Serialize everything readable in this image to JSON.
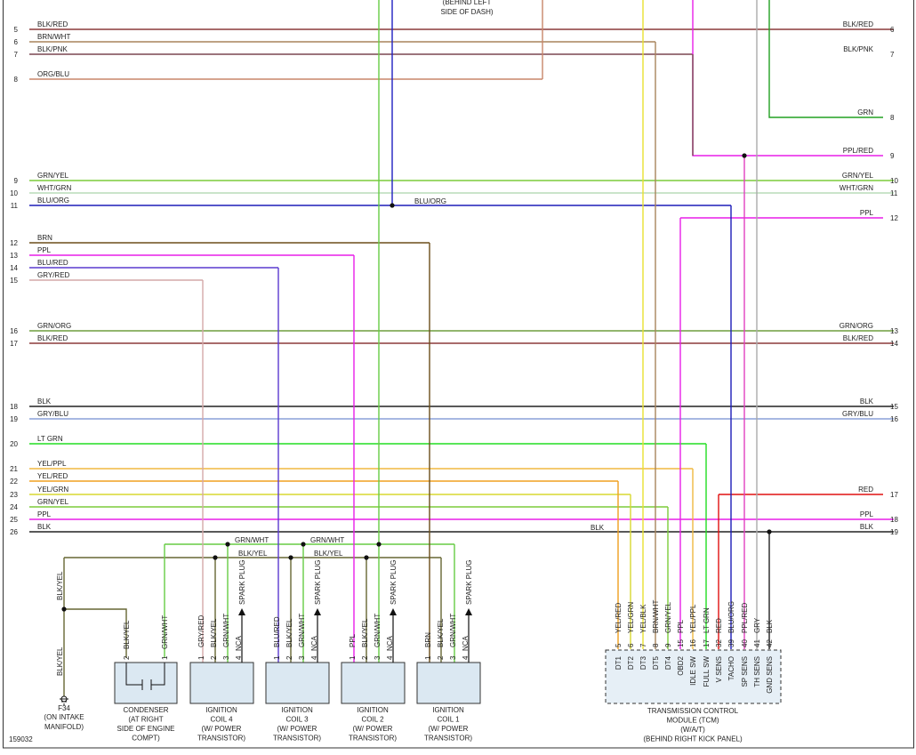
{
  "figure_id": "159032",
  "top_note": [
    "(BEHIND LEFT",
    "SIDE OF DASH)"
  ],
  "colors": {
    "BLK/RED": "#8b3a3a",
    "BRN/WHT": "#a8845c",
    "BLK/PNK": "#7a4650",
    "ORG/BLU": "#c8866a",
    "GRN/YEL": "#7ccc3a",
    "WHT/GRN": "#b8dcb8",
    "BLU/ORG": "#1d1db8",
    "BRN": "#6b4e1a",
    "PPL": "#e81ee8",
    "BLU/RED": "#5a3acf",
    "GRY/RED": "#d4a8a8",
    "GRN/ORG": "#6e9e3e",
    "BLK": "#222222",
    "GRY/BLU": "#8aa0d8",
    "LT GRN": "#22dd22",
    "YEL/PPL": "#f0b840",
    "YEL/RED": "#f0a020",
    "YEL/GRN": "#d8d830",
    "GRN": "#22a022",
    "PPL/RED": "#e040c0",
    "RED": "#e01010",
    "GRN/WHT": "#66cc44",
    "BLK/YEL": "#666633",
    "GRY": "#aaaaaa",
    "YEL/BLK": "#e8e030",
    "LT GRN_TCM": "#22dd22",
    "BLU": "#2020c0"
  },
  "left_wires": [
    {
      "n": "5",
      "label": "BLK/RED"
    },
    {
      "n": "6",
      "label": "BRN/WHT"
    },
    {
      "n": "7",
      "label": "BLK/PNK"
    },
    {
      "n": "8",
      "label": "ORG/BLU"
    },
    {
      "n": "9",
      "label": "GRN/YEL"
    },
    {
      "n": "10",
      "label": "WHT/GRN"
    },
    {
      "n": "11",
      "label": "BLU/ORG"
    },
    {
      "n": "12",
      "label": "BRN"
    },
    {
      "n": "13",
      "label": "PPL"
    },
    {
      "n": "14",
      "label": "BLU/RED"
    },
    {
      "n": "15",
      "label": "GRY/RED"
    },
    {
      "n": "16",
      "label": "GRN/ORG"
    },
    {
      "n": "17",
      "label": "BLK/RED"
    },
    {
      "n": "18",
      "label": "BLK"
    },
    {
      "n": "19",
      "label": "GRY/BLU"
    },
    {
      "n": "20",
      "label": "LT GRN"
    },
    {
      "n": "21",
      "label": "YEL/PPL"
    },
    {
      "n": "22",
      "label": "YEL/RED"
    },
    {
      "n": "23",
      "label": "YEL/GRN"
    },
    {
      "n": "24",
      "label": "GRN/YEL"
    },
    {
      "n": "25",
      "label": "PPL"
    },
    {
      "n": "26",
      "label": "BLK"
    }
  ],
  "right_wires": [
    {
      "n": "6",
      "label": "BLK/RED"
    },
    {
      "n": "7",
      "label": "BLK/PNK"
    },
    {
      "n": "8",
      "label": "GRN"
    },
    {
      "n": "9",
      "label": "PPL/RED"
    },
    {
      "n": "10",
      "label": "GRN/YEL"
    },
    {
      "n": "11",
      "label": "WHT/GRN"
    },
    {
      "n": "12",
      "label": "PPL"
    },
    {
      "n": "13",
      "label": "GRN/ORG"
    },
    {
      "n": "14",
      "label": "BLK/RED"
    },
    {
      "n": "15",
      "label": "BLK"
    },
    {
      "n": "16",
      "label": "GRY/BLU"
    },
    {
      "n": "17",
      "label": "RED"
    },
    {
      "n": "18",
      "label": "PPL"
    },
    {
      "n": "19",
      "label": "BLK"
    }
  ],
  "mid_labels": {
    "blu_org": "BLU/ORG",
    "blk_26": "BLK",
    "grn_wht": "GRN/WHT",
    "blk_yel": "BLK/YEL"
  },
  "ground": {
    "id": "F34",
    "desc": [
      "(ON INTAKE",
      "MANIFOLD)"
    ],
    "wire_upper": "BLK/YEL",
    "wire_lower": "BLK/YEL"
  },
  "condenser": {
    "title": [
      "CONDENSER",
      "(AT RIGHT",
      "SIDE OF ENGINE",
      "COMPT)"
    ],
    "pins": [
      {
        "n": "2",
        "label": "BLK/YEL"
      },
      {
        "n": "1",
        "label": "GRN/WHT"
      }
    ]
  },
  "coils": [
    {
      "title": [
        "IGNITION",
        "COIL 4",
        "(W/ POWER",
        "TRANSISTOR)"
      ],
      "pins": [
        {
          "n": "1",
          "label": "GRY/RED"
        },
        {
          "n": "2",
          "label": "BLK/YEL"
        },
        {
          "n": "3",
          "label": "GRN/WHT"
        },
        {
          "n": "4",
          "label": "NCA"
        }
      ],
      "plug": "SPARK PLUG"
    },
    {
      "title": [
        "IGNITION",
        "COIL 3",
        "(W/ POWER",
        "TRANSISTOR)"
      ],
      "pins": [
        {
          "n": "1",
          "label": "BLU/RED"
        },
        {
          "n": "2",
          "label": "BLK/YEL"
        },
        {
          "n": "3",
          "label": "GRN/WHT"
        },
        {
          "n": "4",
          "label": "NCA"
        }
      ],
      "plug": "SPARK PLUG"
    },
    {
      "title": [
        "IGNITION",
        "COIL 2",
        "(W/ POWER",
        "TRANSISTOR)"
      ],
      "pins": [
        {
          "n": "1",
          "label": "PPL"
        },
        {
          "n": "2",
          "label": "BLK/YEL"
        },
        {
          "n": "3",
          "label": "GRN/WHT"
        },
        {
          "n": "4",
          "label": "NCA"
        }
      ],
      "plug": "SPARK PLUG"
    },
    {
      "title": [
        "IGNITION",
        "COIL 1",
        "(W/ POWER",
        "TRANSISTOR)"
      ],
      "pins": [
        {
          "n": "1",
          "label": "BRN"
        },
        {
          "n": "2",
          "label": "BLK/YEL"
        },
        {
          "n": "3",
          "label": "GRN/WHT"
        },
        {
          "n": "4",
          "label": "NCA"
        }
      ],
      "plug": "SPARK PLUG"
    }
  ],
  "tcm": {
    "title": [
      "TRANSMISSION CONTROL",
      "MODULE (TCM)",
      "(W/A/T)",
      "(BEHIND RIGHT KICK PANEL)"
    ],
    "pins": [
      {
        "n": "5",
        "wire": "YEL/RED",
        "func": "DT1"
      },
      {
        "n": "6",
        "wire": "YEL/GRN",
        "func": "DT2"
      },
      {
        "n": "7",
        "wire": "YEL/BLK",
        "func": "DT3"
      },
      {
        "n": "8",
        "wire": "BRN/WHT",
        "func": "DT5"
      },
      {
        "n": "9",
        "wire": "GRN/YEL",
        "func": "DT4"
      },
      {
        "n": "15",
        "wire": "PPL",
        "func": "OBD2"
      },
      {
        "n": "16",
        "wire": "YEL/PPL",
        "func": "IDLE SW"
      },
      {
        "n": "17",
        "wire": "LT GRN",
        "func": "FULL SW"
      },
      {
        "n": "32",
        "wire": "RED",
        "func": "V SENS"
      },
      {
        "n": "39",
        "wire": "BLU/ORG",
        "func": "TACHO"
      },
      {
        "n": "40",
        "wire": "PPL/RED",
        "func": "SP SENS"
      },
      {
        "n": "41",
        "wire": "GRY",
        "func": "TH SENS"
      },
      {
        "n": "42",
        "wire": "BLK",
        "func": "GND SENS"
      }
    ]
  }
}
